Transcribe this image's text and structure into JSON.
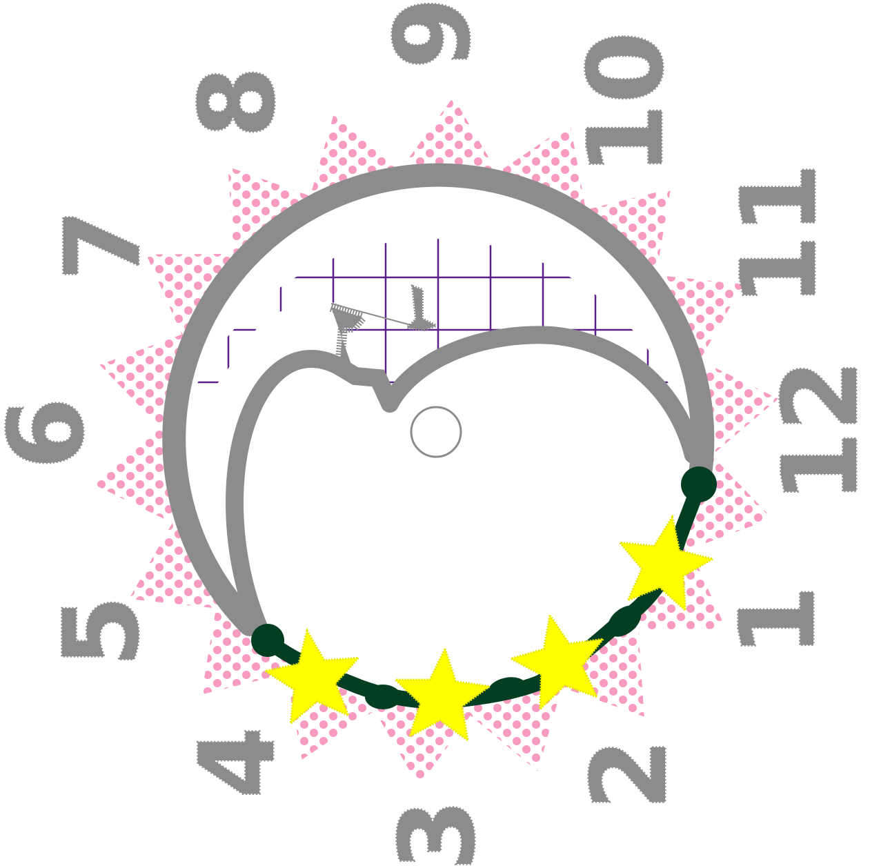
{
  "design": {
    "numerals": [
      "12",
      "1",
      "2",
      "3",
      "4",
      "5",
      "6",
      "7",
      "8",
      "9",
      "10",
      "11"
    ],
    "colors": {
      "background": "#ffffff",
      "thread_gray": "#8c8c8c",
      "sun_pink": "#f79bc0",
      "grid_purple": "#5b1f8a",
      "vine_green": "#033d22",
      "star_yellow": "#ffff00"
    },
    "elements": {
      "dial": "sun-dial",
      "grid": "purple-grid",
      "apple": "apple-outline",
      "stem": "apple-stem",
      "hand": "clock-hand",
      "center_hole": "center-hole",
      "vine": "vine-garland",
      "stars": 4
    }
  }
}
